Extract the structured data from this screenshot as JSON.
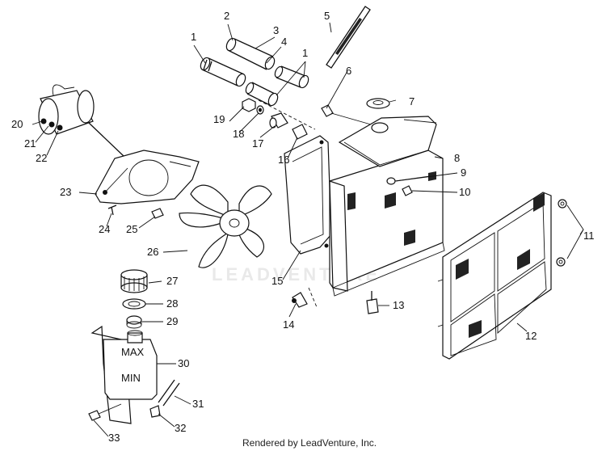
{
  "watermark": "LEADVENTURE",
  "footer": "Rendered by LeadVenture, Inc.",
  "callouts": {
    "c1a": "1",
    "c1b": "1",
    "c2": "2",
    "c3": "3",
    "c4": "4",
    "c5": "5",
    "c6": "6",
    "c7": "7",
    "c8": "8",
    "c9": "9",
    "c10": "10",
    "c11": "11",
    "c12": "12",
    "c13": "13",
    "c14": "14",
    "c15": "15",
    "c16": "16",
    "c17": "17",
    "c18": "18",
    "c19": "19",
    "c20": "20",
    "c21": "21",
    "c22": "22",
    "c23": "23",
    "c24": "24",
    "c25": "25",
    "c26": "26",
    "c27": "27",
    "c28": "28",
    "c29": "29",
    "c30": "30",
    "c31": "31",
    "c32": "32",
    "c33": "33"
  },
  "tank_labels": {
    "max": "MAX",
    "min": "MIN"
  },
  "colors": {
    "ink": "#111111",
    "paper": "#ffffff"
  }
}
